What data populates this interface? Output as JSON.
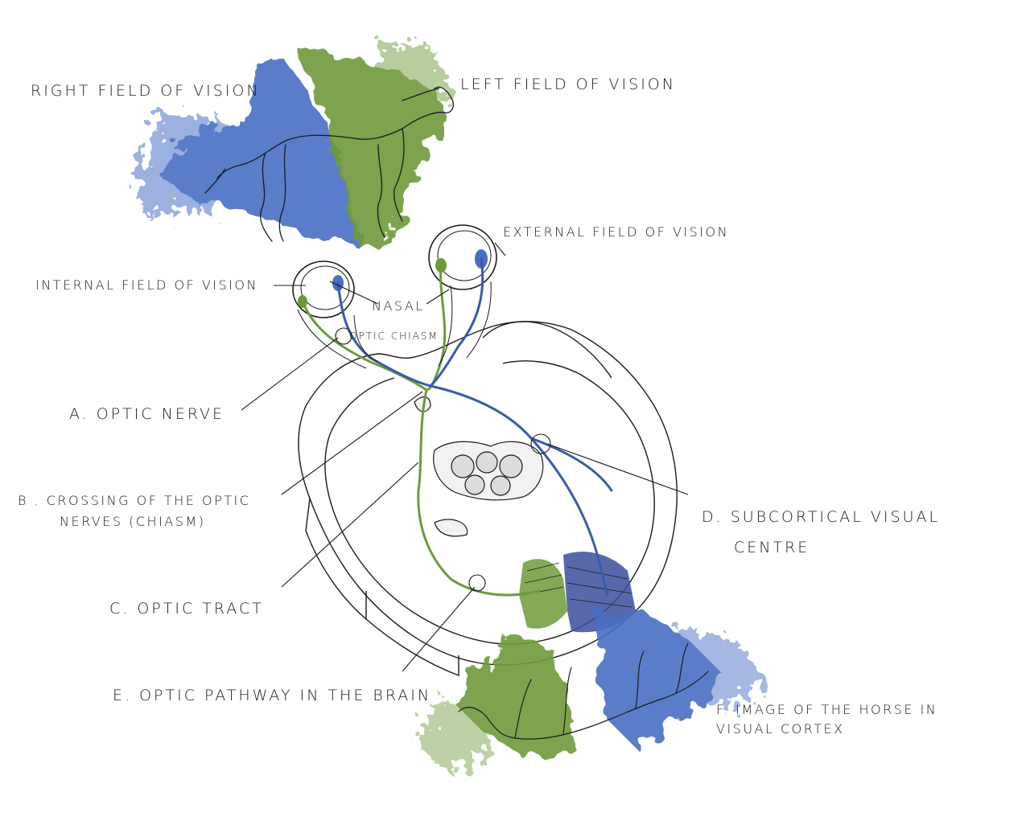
{
  "labels": {
    "right_field": "RIGHT FIELD OF VISION",
    "left_field": "LEFT FIELD OF VISION",
    "external_field": "EXTERNAL FIELD OF VISION",
    "internal_field": "INTERNAL FIELD OF VISION",
    "nasal": "NASAL",
    "optic_chiasm": "OPTIC CHIASM",
    "optic_nerve": "A. OPTIC NERVE",
    "crossing_line1": "B . CROSSING OF THE OPTIC",
    "crossing_line2": "NERVES (CHIASM)",
    "subcortical_line1": "D. SUBCORTICAL VISUAL",
    "subcortical_line2": "CENTRE",
    "optic_tract": "C. OPTIC TRACT",
    "optic_pathway": "E. OPTIC PATHWAY IN THE BRAIN",
    "image_line1": "F. IMAGE OF THE HORSE IN",
    "image_line2": "VISUAL CORTEX"
  },
  "colors": {
    "blue": "#4a6fc4",
    "green": "#6f9a3a",
    "ink": "#1a1a1a"
  }
}
